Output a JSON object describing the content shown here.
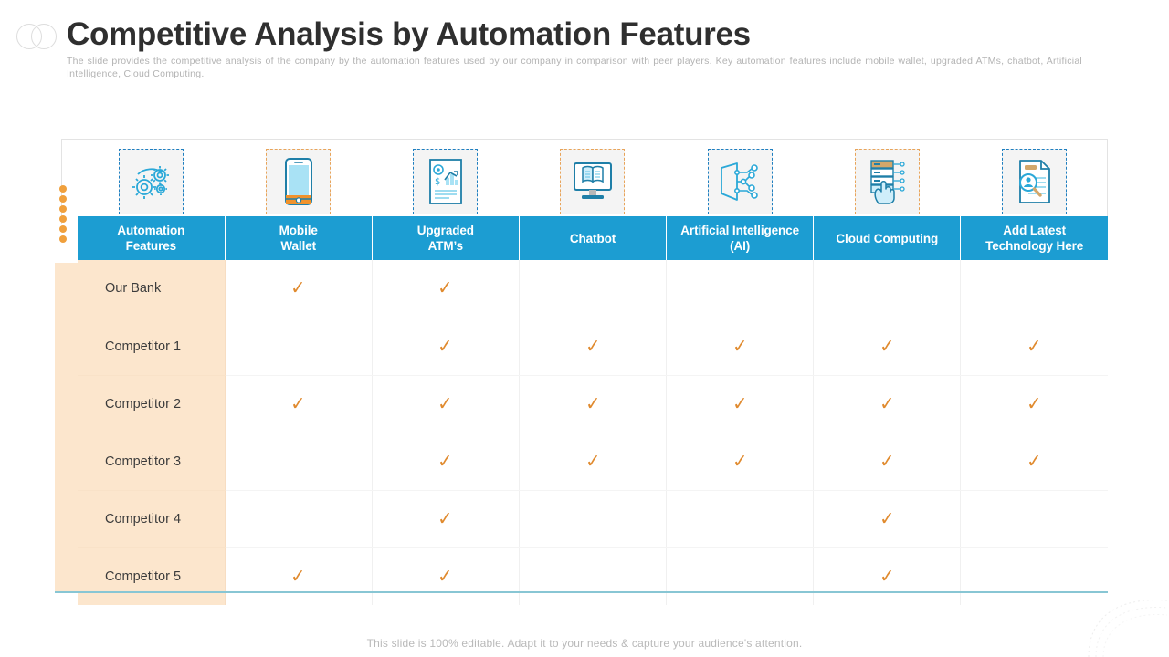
{
  "slide": {
    "title": "Competitive Analysis by Automation Features",
    "subtitle": "The slide provides the competitive analysis of the company by the automation features used by our company in comparison with peer players. Key automation features include mobile wallet, upgraded ATMs, chatbot, Artificial Intelligence, Cloud Computing.",
    "footer": "This slide is 100% editable. Adapt it to your needs & capture your audience's attention."
  },
  "colors": {
    "header_blue": "#1c9dd2",
    "row_label_peach": "#fce6cd",
    "check_orange": "#e08a2e",
    "dot_orange": "#f0a03c",
    "underline_teal": "#88c6d4",
    "dash_blue": "#1f7fc0",
    "dash_orange": "#e8a45a",
    "title_gray": "#2f2f2f",
    "subtitle_gray": "#b3b3b3"
  },
  "icons": [
    {
      "name": "gears-icon",
      "border": "blue"
    },
    {
      "name": "smartphone-icon",
      "border": "orange"
    },
    {
      "name": "financial-report-icon",
      "border": "blue"
    },
    {
      "name": "monitor-book-icon",
      "border": "orange"
    },
    {
      "name": "shield-circuit-ai-icon",
      "border": "blue"
    },
    {
      "name": "hand-server-cloud-icon",
      "border": "orange"
    },
    {
      "name": "document-search-icon",
      "border": "blue"
    }
  ],
  "table": {
    "headers": [
      "Automation\nFeatures",
      "Mobile\nWallet",
      "Upgraded\nATM’s",
      "Chatbot",
      "Artificial Intelligence\n(AI)",
      "Cloud Computing",
      "Add Latest\nTechnology Here"
    ],
    "header_lines": [
      [
        "Automation",
        "Features"
      ],
      [
        "Mobile",
        "Wallet"
      ],
      [
        "Upgraded",
        "ATM’s"
      ],
      [
        "Chatbot",
        ""
      ],
      [
        "Artificial Intelligence",
        "(AI)"
      ],
      [
        "Cloud Computing",
        ""
      ],
      [
        "Add Latest",
        "Technology Here"
      ]
    ],
    "check_glyph": "✓",
    "rows": [
      {
        "label": "Our Bank",
        "cells": [
          true,
          true,
          false,
          false,
          false,
          false
        ]
      },
      {
        "label": "Competitor 1",
        "cells": [
          false,
          true,
          true,
          true,
          true,
          true
        ]
      },
      {
        "label": "Competitor 2",
        "cells": [
          true,
          true,
          true,
          true,
          true,
          true
        ]
      },
      {
        "label": "Competitor 3",
        "cells": [
          false,
          true,
          true,
          true,
          true,
          true
        ]
      },
      {
        "label": "Competitor 4",
        "cells": [
          false,
          true,
          false,
          false,
          true,
          false
        ]
      },
      {
        "label": "Competitor 5",
        "cells": [
          true,
          true,
          false,
          false,
          true,
          false
        ]
      }
    ]
  },
  "decor": {
    "dot_count": 6,
    "rings": 2
  }
}
